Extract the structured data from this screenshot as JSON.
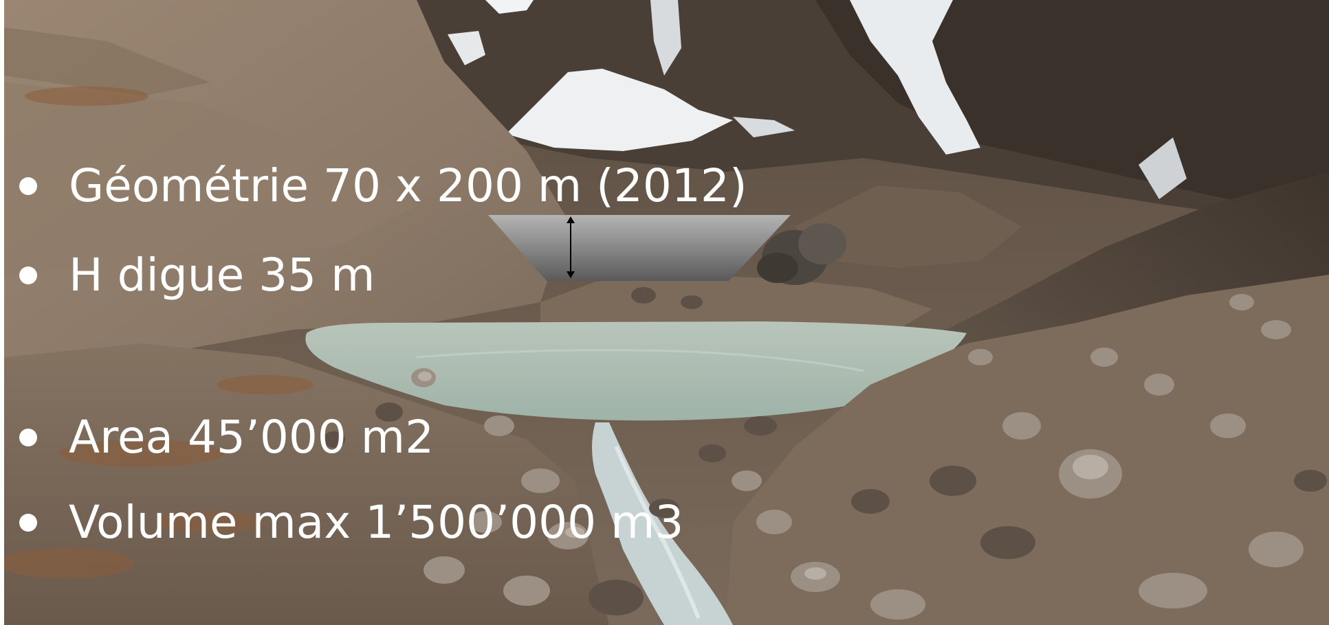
{
  "slide": {
    "bullets": [
      "Géométrie 70 x 200 m (2012)",
      "H digue 35 m",
      "Area 45’000 m2",
      "Volume max 1’500’000 m3"
    ]
  },
  "photo": {
    "subject": "glacial-lake-moraine",
    "colors": {
      "moraine": "#8a7766",
      "rock_dark": "#4f4339",
      "snow": "#eef0f2",
      "lake": "#a9bcae",
      "stream": "#c9d4d6",
      "shadow": "#2f2a26"
    }
  },
  "schematic": {
    "fill_top": "#b4b4b4",
    "fill_bottom": "#5a5a5a",
    "arrow_color": "#000000"
  }
}
